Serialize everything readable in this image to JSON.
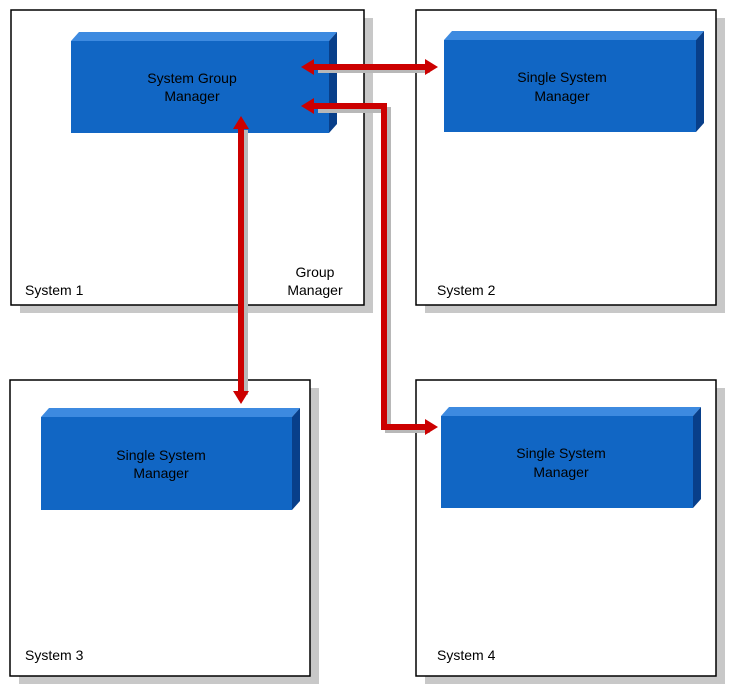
{
  "colors": {
    "box_front": "#1166c4",
    "box_top": "#3d8ae0",
    "box_side": "#083f8a",
    "arrow": "#cc0000",
    "arrow_shadow": "#b8b8b8",
    "frame_shadow": "#c8c8c8",
    "frame_border": "#000000"
  },
  "systems": [
    {
      "label": "System 1",
      "extra_label_line1": "Group",
      "extra_label_line2": "Manager",
      "box_line1": "System Group",
      "box_line2": "Manager"
    },
    {
      "label": "System 2",
      "box_line1": "Single System",
      "box_line2": "Manager"
    },
    {
      "label": "System 3",
      "box_line1": "Single System",
      "box_line2": "Manager"
    },
    {
      "label": "System 4",
      "box_line1": "Single System",
      "box_line2": "Manager"
    }
  ],
  "connections": [
    {
      "from": "System Group Manager",
      "to": "System 2 Single System Manager",
      "bidirectional": true
    },
    {
      "from": "System Group Manager",
      "to": "System 3 Single System Manager",
      "bidirectional": true
    },
    {
      "from": "System Group Manager",
      "to": "System 4 Single System Manager",
      "bidirectional": true
    }
  ]
}
